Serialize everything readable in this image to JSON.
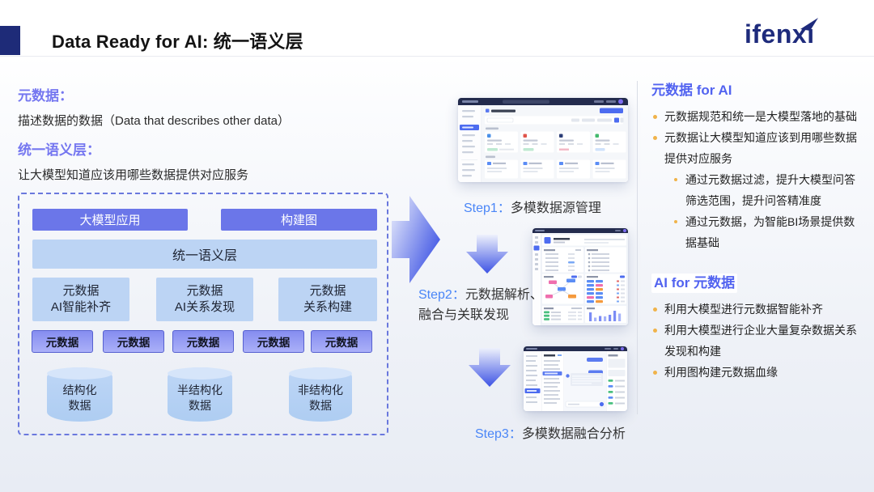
{
  "header": {
    "title": "Data Ready for AI: 统一语义层",
    "logo_text": "ifenxi"
  },
  "intro": {
    "term1": "元数据：",
    "term1_desc": "描述数据的数据（Data that describes other data）",
    "term2": "统一语义层：",
    "term2_desc": "让大模型知道应该用哪些数据提供对应服务"
  },
  "diagram": {
    "app_box": "大模型应用",
    "graph_box": "构建图",
    "semantic_layer": "统一语义层",
    "capabilities": [
      {
        "line1": "元数据",
        "line2": "AI智能补齐"
      },
      {
        "line1": "元数据",
        "line2": "AI关系发现"
      },
      {
        "line1": "元数据",
        "line2": "关系构建"
      }
    ],
    "chips": [
      "元数据",
      "元数据",
      "元数据",
      "元数据",
      "元数据"
    ],
    "stores": [
      {
        "line1": "结构化",
        "line2": "数据"
      },
      {
        "line1": "半结构化",
        "line2": "数据"
      },
      {
        "line1": "非结构化",
        "line2": "数据"
      }
    ]
  },
  "steps": {
    "step1": {
      "label": "Step1：",
      "title": "多模数据源管理"
    },
    "step2": {
      "label": "Step2：",
      "title_line1": "元数据解析、",
      "title_line2": "融合与关联发现"
    },
    "step3": {
      "label": "Step3：",
      "title": "多模数据融合分析"
    }
  },
  "right_panel": {
    "section1": {
      "heading": "元数据 for AI",
      "bullet1": "元数据规范和统一是大模型落地的基础",
      "bullet2": "元数据让大模型知道应该到用哪些数据提供对应服务",
      "sub_bullet1": "通过元数据过滤，提升大模型问答筛选范围，提升问答精准度",
      "sub_bullet2": "通过元数据，为智能BI场景提供数据基础"
    },
    "section2": {
      "heading": "AI for 元数据",
      "bullet1": "利用大模型进行元数据智能补齐",
      "bullet2": "利用大模型进行企业大量复杂数据关系发现和构建",
      "bullet3": "利用图构建元数据血缘"
    }
  },
  "colors": {
    "accent_navy": "#1e2b78",
    "purple_term": "#7577f0",
    "blue_heading": "#5263f0",
    "step_blue": "#4a86f7",
    "box_slate_blue": "#6b76e9",
    "box_light_blue": "#bcd4f4",
    "chip_purple": "#9aa0f4",
    "bullet_dot": "#f0b34a"
  }
}
